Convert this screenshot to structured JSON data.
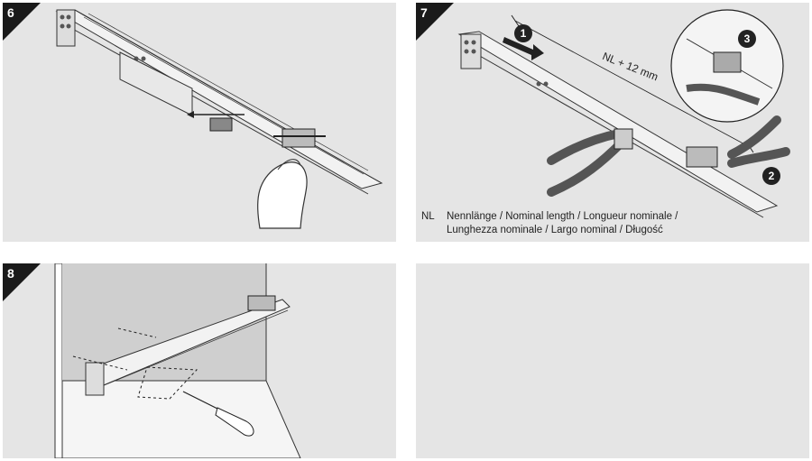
{
  "steps": [
    {
      "number": "6"
    },
    {
      "number": "7"
    },
    {
      "number": "8"
    }
  ],
  "step7": {
    "dimension_label": "NL + 12 mm",
    "callouts": [
      "1",
      "2",
      "3"
    ],
    "legend": {
      "abbr": "NL",
      "line1": "Nennlänge / Nominal length / Longueur nominale /",
      "line2": "Lunghezza nominale / Largo nominal / Długość"
    }
  }
}
